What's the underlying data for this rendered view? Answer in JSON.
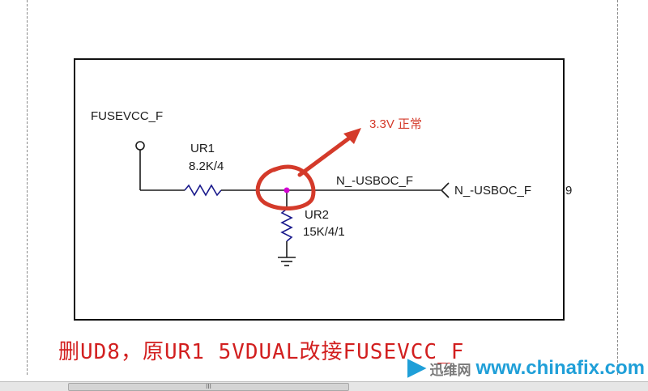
{
  "schematic": {
    "power_net": "FUSEVCC_F",
    "resistor_top": {
      "ref": "UR1",
      "value": "8.2K/4"
    },
    "resistor_bottom": {
      "ref": "UR2",
      "value": "15K/4/1"
    },
    "signal_net": "N_-USBOC_F",
    "connector_label": "N_-USBOC_F",
    "page_ref": "9",
    "annotation": "3.3V 正常",
    "annotation_color": "#d43a2a",
    "wire_color": "#1a1a1a",
    "node_color": "#d400d4",
    "resistor_color": "#1a1a8c"
  },
  "caption": "删UD8，原UR1 5VDUAL改接FUSEVCC_F",
  "caption_color": "#d21f1f",
  "scrollbar": {
    "thumb_label": "III"
  },
  "watermark": {
    "brand": "迅维网",
    "url": "www.chinafix.com"
  }
}
